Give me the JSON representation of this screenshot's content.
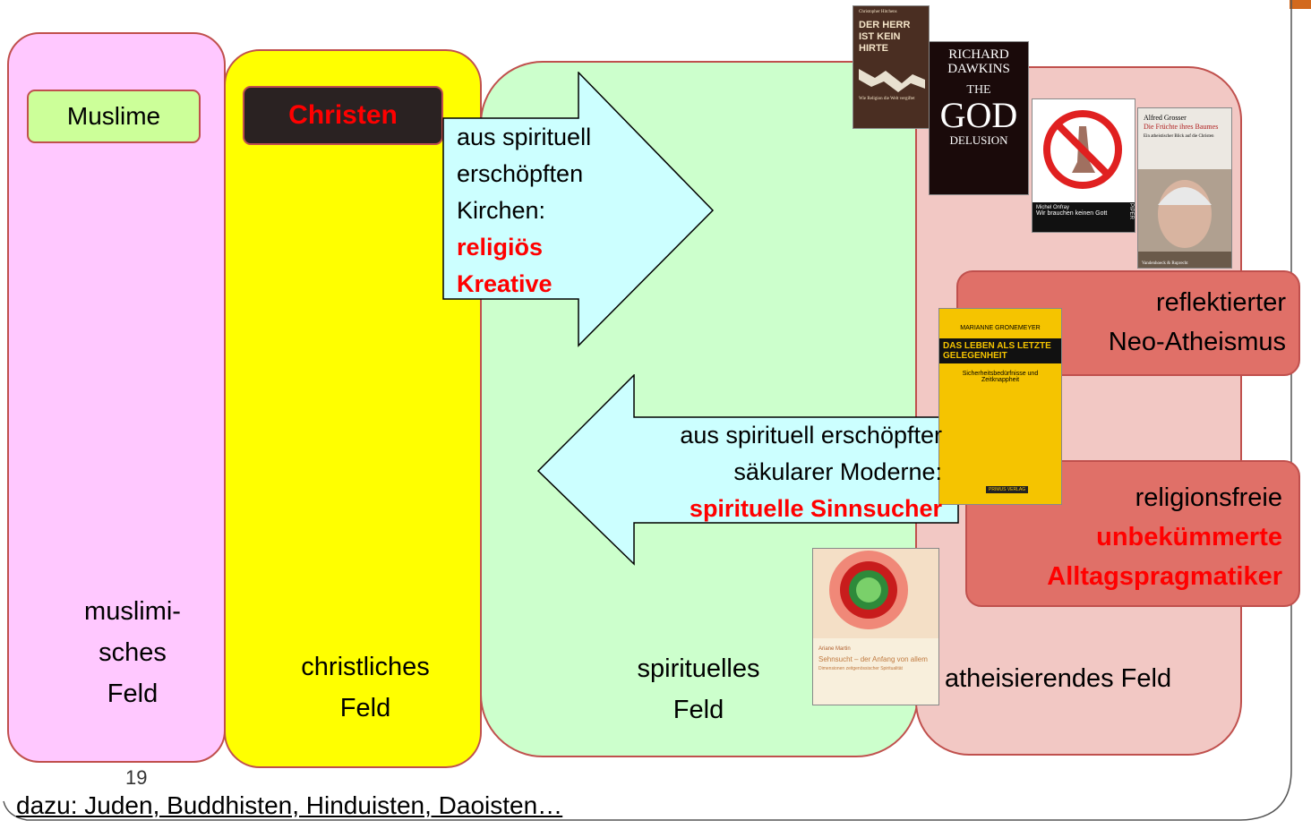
{
  "fields": {
    "muslim": "muslimi-\nsches\nFeld",
    "christian": "christliches\nFeld",
    "spiritual": "spirituelles\nFeld",
    "atheist": "atheisierendes Feld"
  },
  "labels": {
    "muslime": "Muslime",
    "christen": "Christen"
  },
  "arrow_right": {
    "line1": "aus spirituell",
    "line2": "erschöpften",
    "line3": "Kirchen:",
    "line4": "religiös",
    "line5": "Kreative"
  },
  "arrow_left": {
    "line1": "aus spirituell erschöpfter",
    "line2": "säkularer Moderne:",
    "line3": "spirituelle Sinnsucher"
  },
  "atheist_boxes": {
    "neo_line1": "reflektierter",
    "neo_line2": "Neo-Atheismus",
    "free_line1": "religionsfreie",
    "free_line2": "unbekümmerte",
    "free_line3": "Alltagspragmatiker"
  },
  "books": {
    "hitchens_author": "Christopher Hitchens",
    "hitchens_title": "DER HERR IST KEIN HIRTE",
    "hitchens_sub": "Wie Religion die Welt vergiftet",
    "dawkins_author": "RICHARD DAWKINS",
    "dawkins_title1": "THE",
    "dawkins_title2": "GOD",
    "dawkins_title3": "DELUSION",
    "onfray_author": "Michel Onfray",
    "onfray_title": "Wir brauchen keinen Gott",
    "onfray_publisher": "PIPER",
    "grosser_author": "Alfred Grosser",
    "grosser_title": "Die Früchte ihres Baumes",
    "grosser_sub": "Ein atheistischer Blick auf die Christen",
    "grosser_publisher": "Vandenhoeck & Ruprecht",
    "gronemeyer_author": "MARIANNE GRONEMEYER",
    "gronemeyer_title": "DAS LEBEN ALS LETZTE GELEGENHEIT",
    "gronemeyer_sub": "Sicherheitsbedürfnisse und Zeitknappheit",
    "gronemeyer_publisher": "PRIMUS VERLAG",
    "martin_author": "Ariane Martin",
    "martin_title": "Sehnsucht – der Anfang von allem",
    "martin_sub": "Dimensionen zeitgenössischer Spiritualität"
  },
  "colors": {
    "muslim_field": "#ffc8ff",
    "christian_field": "#ffff00",
    "spiritual_field": "#ccffcc",
    "atheist_field": "#f2c8c4",
    "arrow_fill": "#ccffff",
    "highlight": "#ff0000",
    "red_box": "#e07068"
  },
  "slide_number": "19",
  "footer": "dazu: Juden, Buddhisten, Hinduisten, Daoisten…"
}
